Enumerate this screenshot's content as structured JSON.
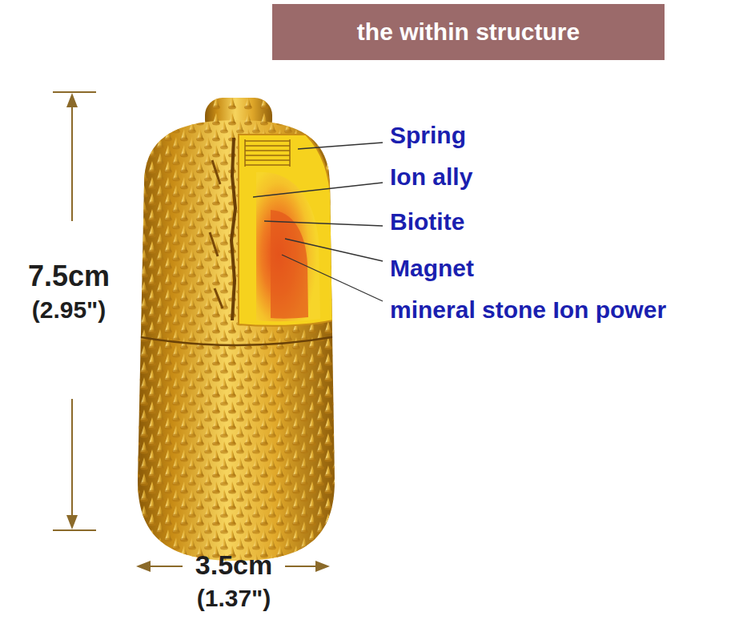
{
  "diagram": {
    "title": "the within structure",
    "labels": [
      "Spring",
      "Ion ally",
      "Biotite",
      "Magnet",
      "mineral stone Ion power",
      "7.5cm",
      "(2.95\")",
      "3.5cm",
      "(1.37\")"
    ]
  }
}
